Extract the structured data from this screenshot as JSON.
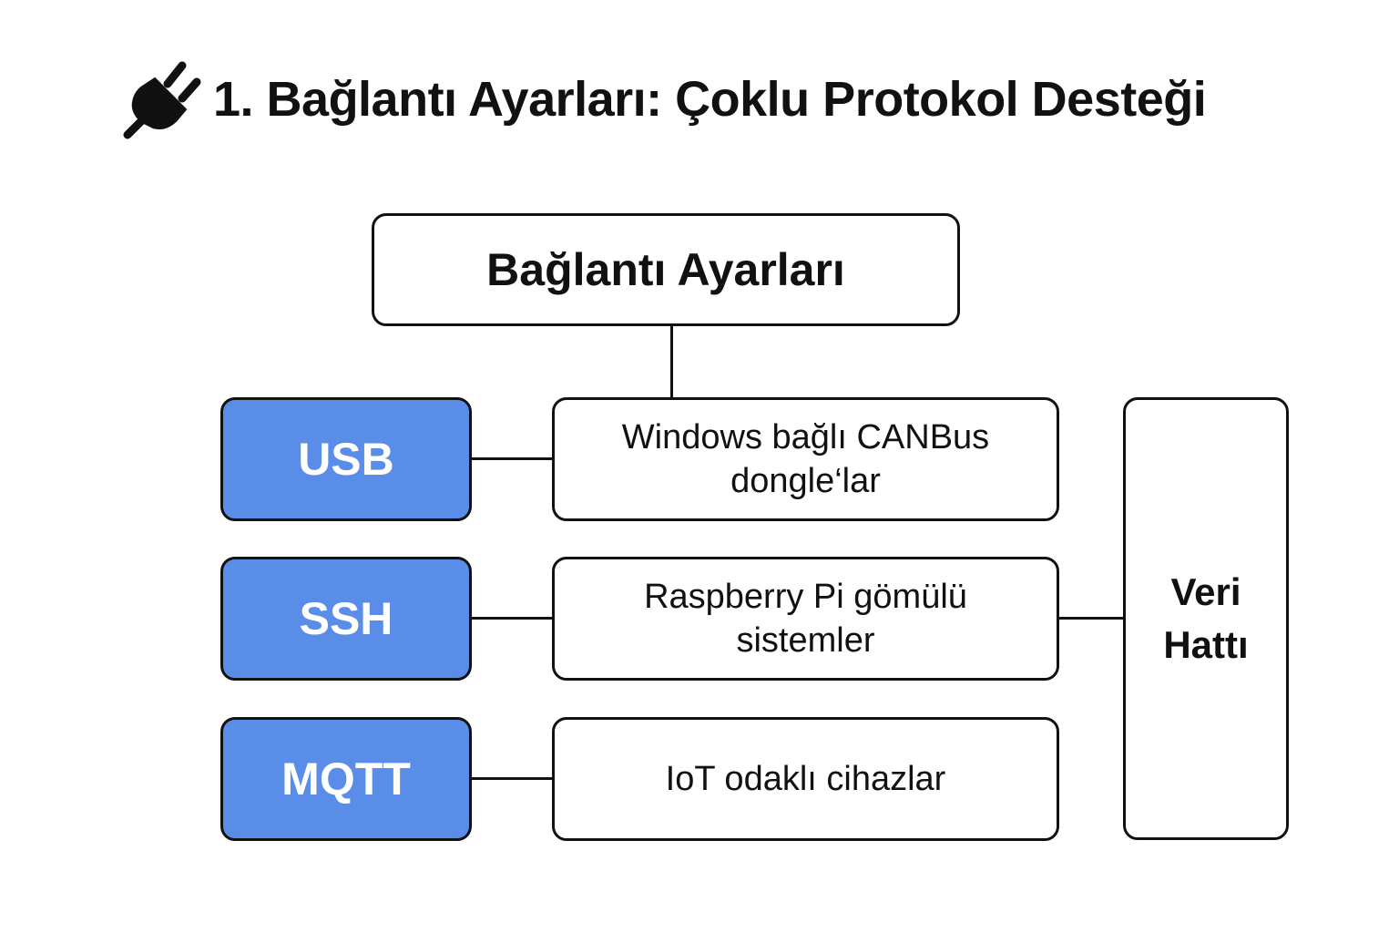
{
  "header": {
    "icon": "plug-icon",
    "title": "1. Bağlantı Ayarları: Çoklu Protokol Desteği"
  },
  "diagram": {
    "root": {
      "label": "Bağlantı Ayarları"
    },
    "rows": [
      {
        "protocol": "USB",
        "description_lines": [
          "Windows bağlı CANBus",
          "dongle‘lar"
        ]
      },
      {
        "protocol": "SSH",
        "description_lines": [
          "Raspberry Pi gömülü",
          "sistemler"
        ]
      },
      {
        "protocol": "MQTT",
        "description_lines": [
          "IoT odaklı cihazlar"
        ]
      }
    ],
    "pipeline": {
      "lines": [
        "Veri",
        "Hattı"
      ]
    },
    "colors": {
      "protocol_fill": "#5a8de8",
      "stroke": "#111111",
      "background": "#ffffff"
    }
  }
}
